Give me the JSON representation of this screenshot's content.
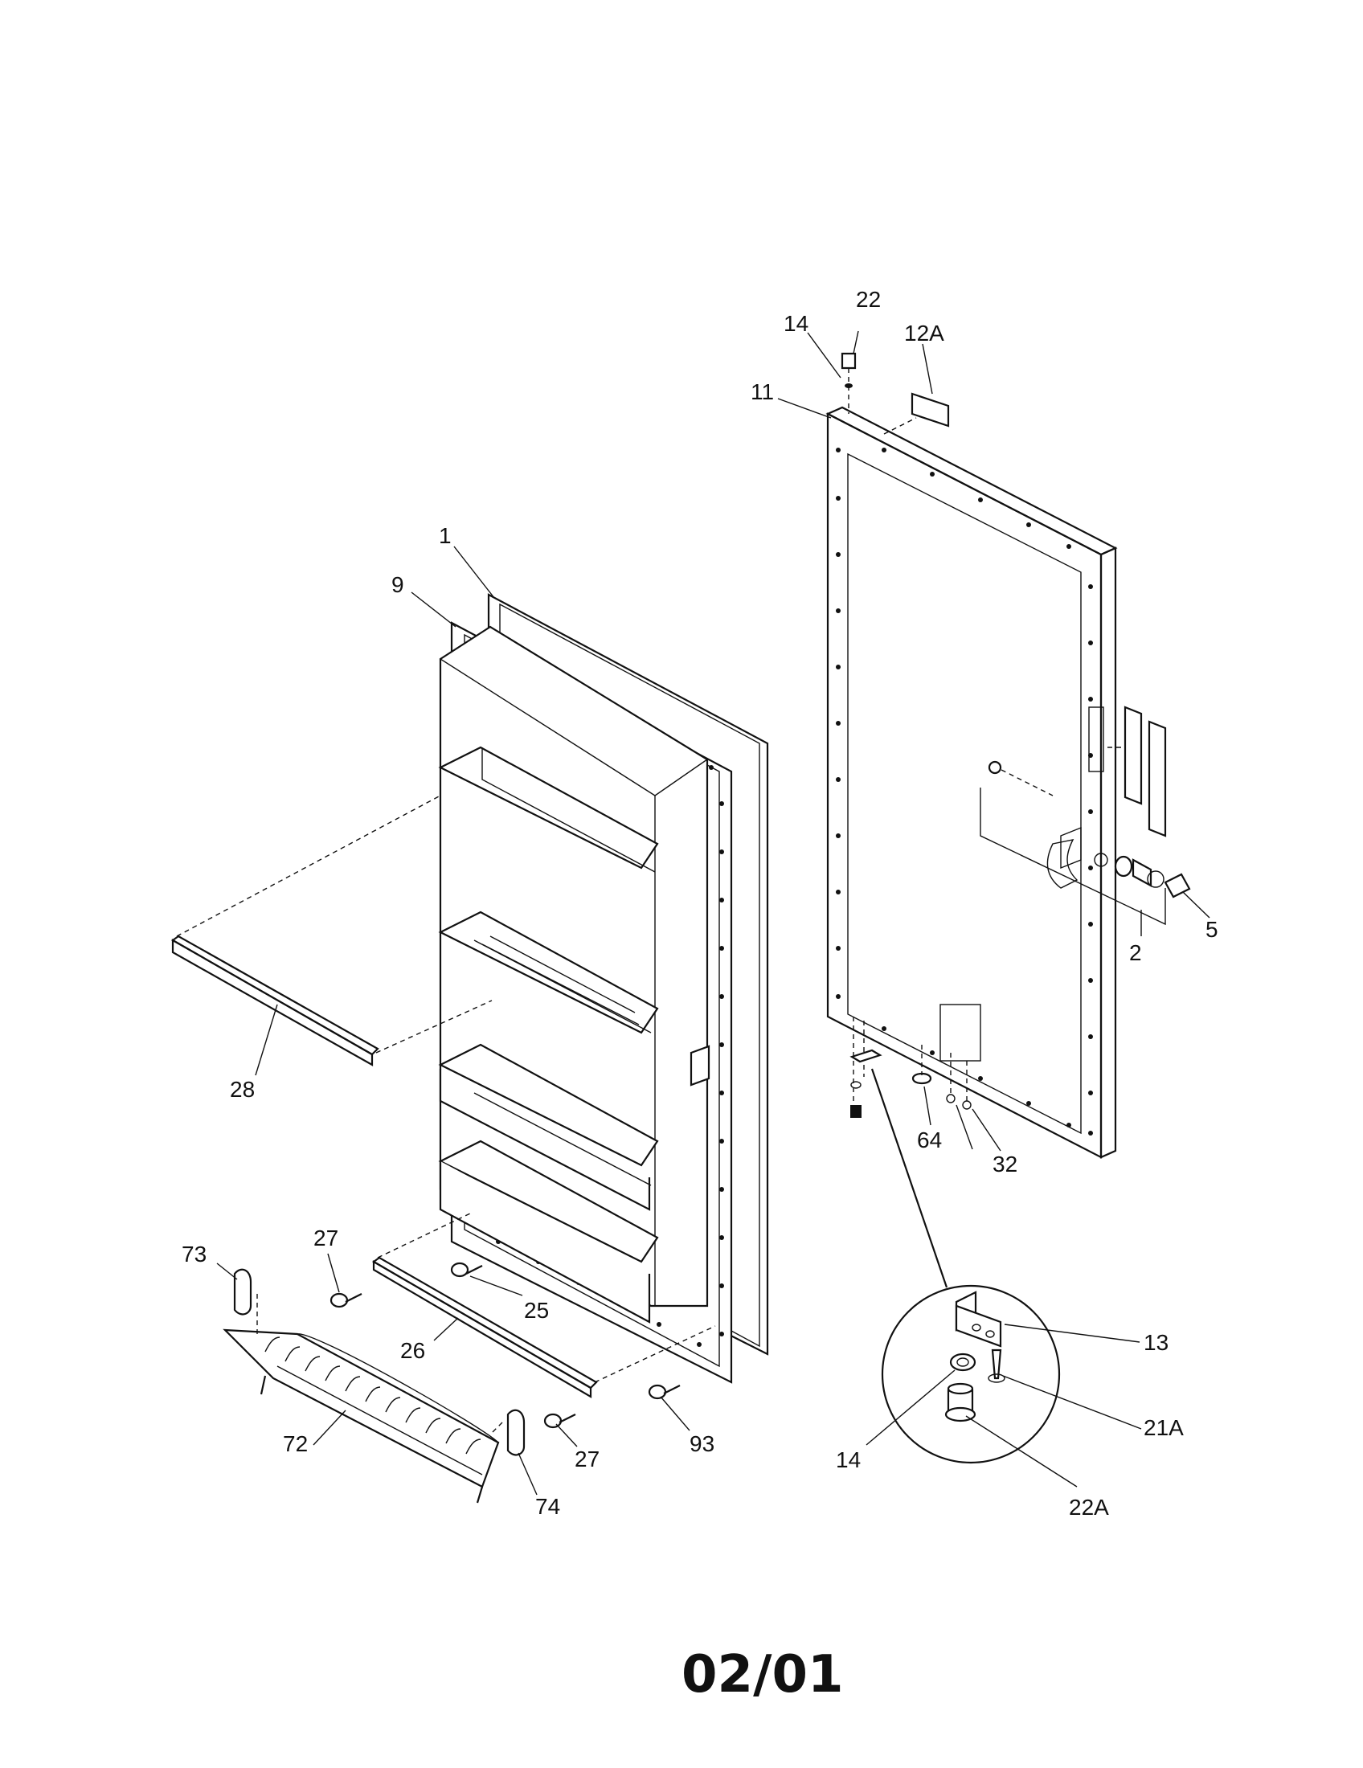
{
  "diagram": {
    "part_labels": {
      "p22": "22",
      "p14_top": "14",
      "p12A": "12A",
      "p11": "11",
      "p1": "1",
      "p9": "9",
      "p5": "5",
      "p2": "2",
      "p28": "28",
      "p64": "64",
      "p32": "32",
      "p27_top": "27",
      "p73": "73",
      "p25": "25",
      "p26": "26",
      "p72": "72",
      "p27_bot": "27",
      "p93": "93",
      "p74": "74",
      "p13": "13",
      "p21A": "21A",
      "p14_bot": "14",
      "p22A": "22A"
    },
    "footer_code": "02/01"
  }
}
